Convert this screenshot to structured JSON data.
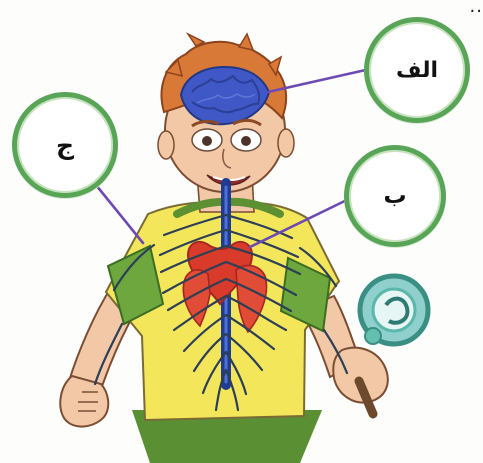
{
  "labels": {
    "alef": "الف",
    "be": "ب",
    "jim": "ج"
  },
  "decor": {
    "corner_mark": ".."
  },
  "colors": {
    "pointer_line": "#6c49b3",
    "bubble_border": "#58a557",
    "shirt": "#f4e65a",
    "sleeve": "#6ea73d",
    "skin": "#f2c8a6",
    "hair": "#d97938",
    "brain": "#4058c6",
    "spinal_cord": "#1f3c91",
    "nerves": "#2c3f57",
    "heart": "#d93b2b",
    "magnifier_rim": "#64bfae"
  },
  "icons": {
    "figure": "boy-nervous-system-illustration",
    "magnifier": "magnifying-glass-icon"
  }
}
